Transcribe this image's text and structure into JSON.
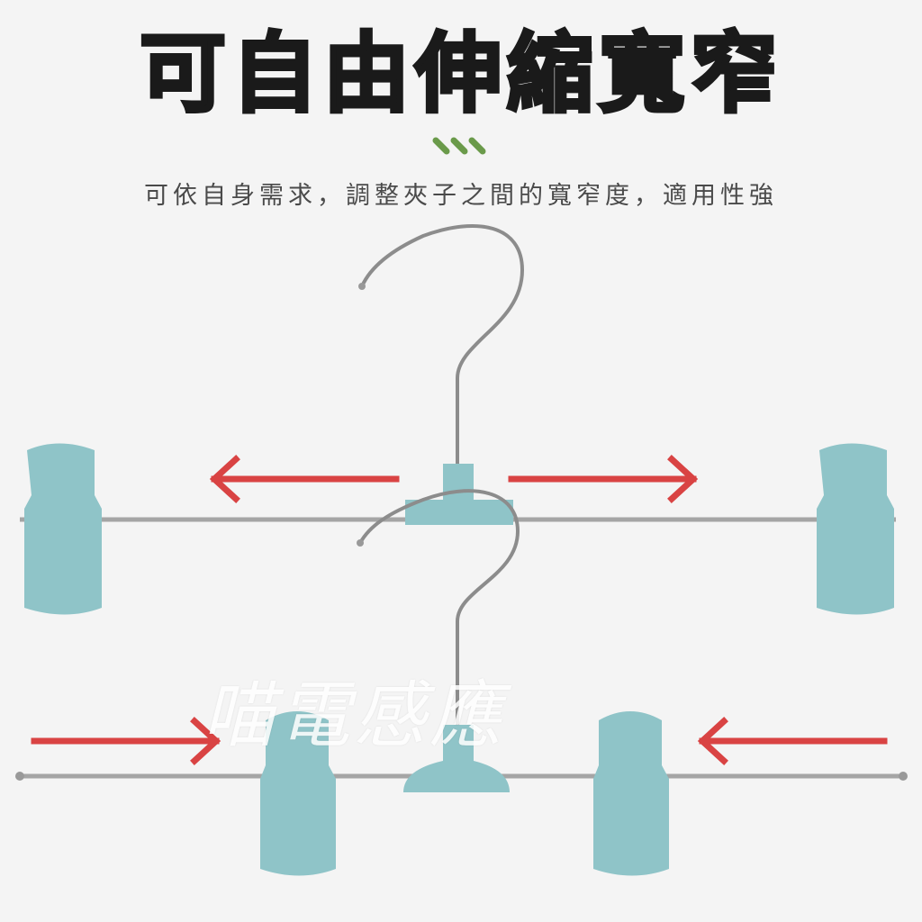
{
  "title": "可自由伸縮寬窄",
  "subtitle": "可依自身需求，調整夾子之間的寬窄度，適用性強",
  "watermark": "喵電感應",
  "colors": {
    "accent_green": "#6a9a4a",
    "arrow_red": "#d94343",
    "clip_blue": "#8fc4c8",
    "metal": "#9a9a9a"
  }
}
